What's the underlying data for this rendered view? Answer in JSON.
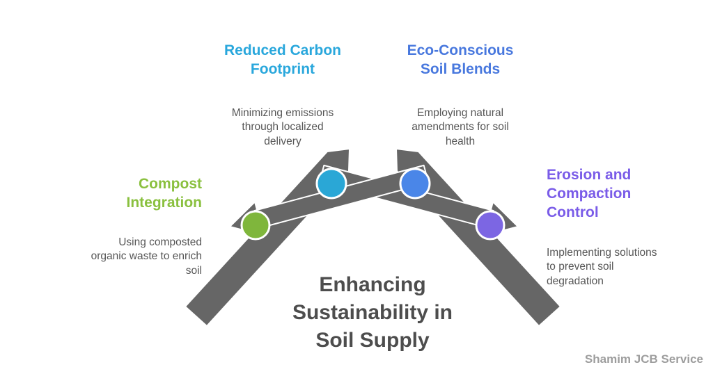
{
  "title": "Enhancing\nSustainability in\nSoil Supply",
  "watermark": "Shamim JCB Service",
  "ribbon_color": "#666666",
  "items": [
    {
      "id": "compost-integration",
      "heading": "Compost\nIntegration",
      "body": "Using composted\norganic waste to enrich\nsoil",
      "heading_color": "#8ac03f",
      "circle_color": "#7fb63c"
    },
    {
      "id": "reduced-carbon-footprint",
      "heading": "Reduced Carbon\nFootprint",
      "body": "Minimizing emissions\nthrough localized\ndelivery",
      "heading_color": "#29a7dc",
      "circle_color": "#2aa7d6"
    },
    {
      "id": "eco-conscious-soil-blends",
      "heading": "Eco-Conscious\nSoil Blends",
      "body": "Employing natural\namendments for soil\nhealth",
      "heading_color": "#4878de",
      "circle_color": "#4a86e8"
    },
    {
      "id": "erosion-compaction-control",
      "heading": "Erosion and\nCompaction\nControl",
      "body": "Implementing solutions\nto prevent soil\ndegradation",
      "heading_color": "#7a5ce8",
      "circle_color": "#7c66e3"
    }
  ]
}
